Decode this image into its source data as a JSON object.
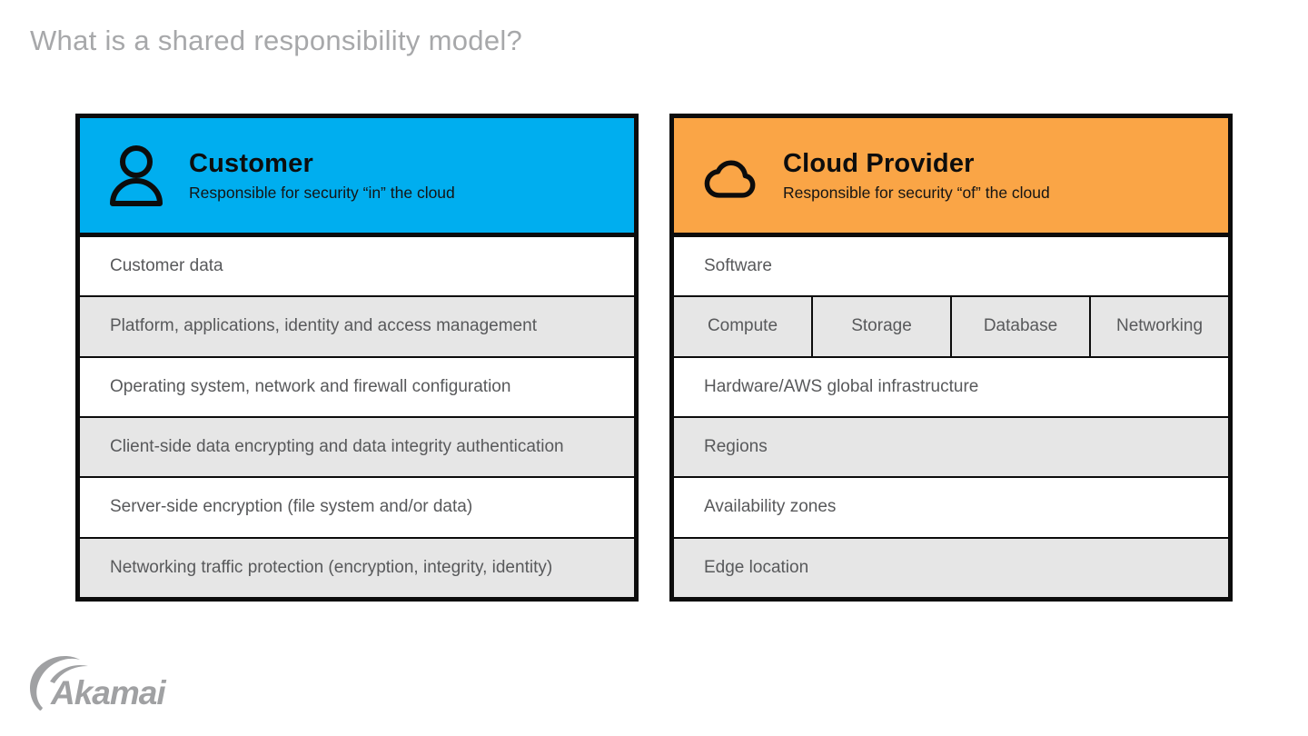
{
  "slide": {
    "title": "What is a shared responsibility model?"
  },
  "colors": {
    "customer_header": "#00aeef",
    "provider_header": "#faa546",
    "row_alt": "#e6e6e6",
    "border": "#0c0c0c",
    "row_text": "#58595b",
    "title_text": "#a7a8aa",
    "logo_gray": "#a0a1a3"
  },
  "panels": [
    {
      "id": "customer",
      "icon": "person-icon",
      "title": "Customer",
      "subtitle": "Responsible for security “in” the cloud",
      "rows": [
        {
          "label": "Customer data"
        },
        {
          "label": "Platform, applications, identity and access management"
        },
        {
          "label": "Operating system, network and firewall configuration"
        },
        {
          "label": "Client-side data encrypting and data integrity authentication"
        },
        {
          "label": "Server-side encryption (file system and/or data)"
        },
        {
          "label": "Networking traffic protection (encryption, integrity, identity)"
        }
      ]
    },
    {
      "id": "cloud-provider",
      "icon": "cloud-icon",
      "title": "Cloud Provider",
      "subtitle": "Responsible for security “of” the cloud",
      "rows": [
        {
          "label": "Software"
        },
        {
          "cells": [
            "Compute",
            "Storage",
            "Database",
            "Networking"
          ]
        },
        {
          "label": "Hardware/AWS global infrastructure"
        },
        {
          "label": "Regions"
        },
        {
          "label": "Availability zones"
        },
        {
          "label": "Edge location"
        }
      ]
    }
  ],
  "footer": {
    "logo": "Akamai"
  }
}
